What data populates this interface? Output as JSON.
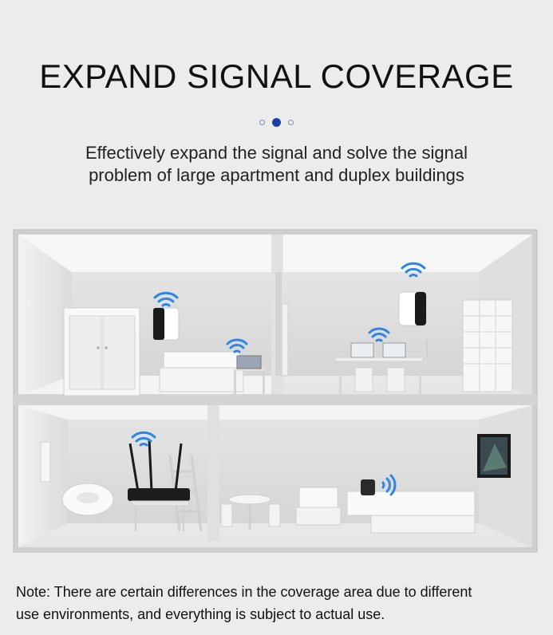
{
  "heading": "EXPAND SIGNAL COVERAGE",
  "carousel": {
    "count": 3,
    "active_index": 1
  },
  "description": {
    "line1": "Effectively expand the signal and solve the signal",
    "line2": "problem of large apartment and duplex buildings"
  },
  "illustration": {
    "icons": [
      "wifi-icon",
      "wifi-icon",
      "wifi-icon",
      "wifi-icon",
      "wifi-icon",
      "wifi-icon"
    ],
    "colors": {
      "wifi": "#2b86e8",
      "wall": "#d9d9d9",
      "frame": "#c9c9c9",
      "furniture": "#f5f5f5"
    }
  },
  "note": {
    "line1": "Note: There are certain differences in the coverage area due to different",
    "line2": "use environments, and everything is subject to actual use."
  }
}
